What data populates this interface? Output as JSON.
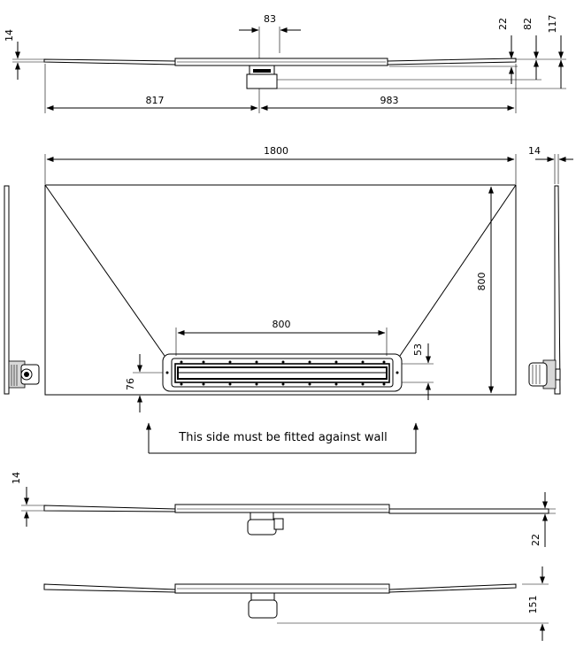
{
  "dimensions": {
    "top_width_83": "83",
    "top_left_14": "14",
    "top_right_22": "22",
    "top_right_82": "82",
    "top_right_117": "117",
    "top_left_817": "817",
    "top_right_983": "983",
    "plan_width_1800": "1800",
    "plan_depth_800": "800",
    "channel_length_800": "800",
    "channel_width_53": "53",
    "channel_offset_76": "76",
    "side_thickness_14": "14",
    "front_left_14": "14",
    "front_right_22": "22",
    "bottom_right_151": "151"
  },
  "note": "This side must be fitted against wall"
}
